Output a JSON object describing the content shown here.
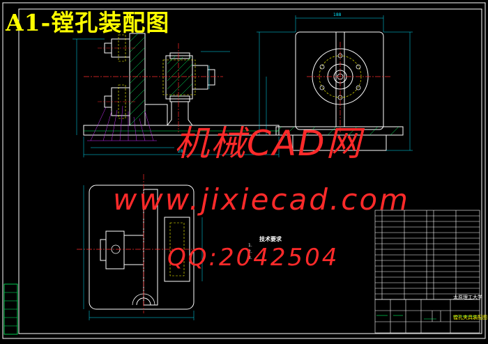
{
  "drawing": {
    "title": "A1-镗孔装配图",
    "watermark": {
      "site_cn": "机械CAD网",
      "url": "www.jixiecad.com",
      "qq": "QQ:2042504"
    },
    "tech_notes_title": "技术要求",
    "tech_notes": [
      "1.",
      "2.",
      "3."
    ],
    "title_block": {
      "university": "太原理工大学",
      "drawing_name": "镗孔夹具装配图"
    },
    "dimensions": {
      "overall_length": "280",
      "base_width": "188"
    },
    "colors": {
      "background": "#000000",
      "title": "#ffff00",
      "watermark": "#ff2a2a",
      "outline": "#ffffff",
      "centerline": "#ff2a2a",
      "dimension": "#00e5ff",
      "hidden": "#ffff00",
      "hatch": "#00ff66",
      "leader": "#cc33ff"
    }
  }
}
